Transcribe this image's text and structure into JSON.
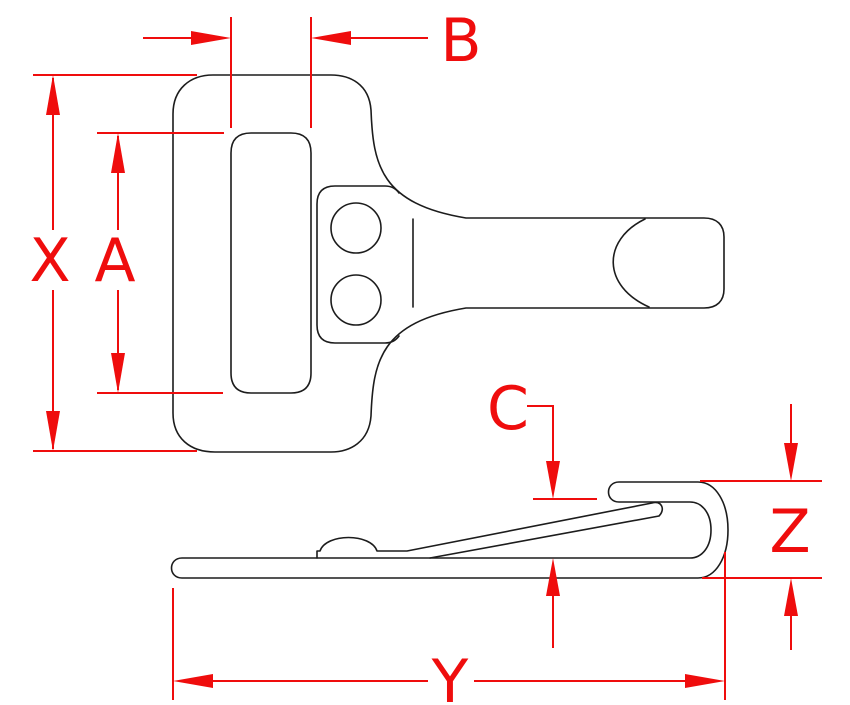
{
  "drawing": {
    "background_color": "#ffffff",
    "outline_color": "#1c1c1c",
    "dimension_color": "#ef0d0d"
  },
  "dimensions": {
    "x": {
      "label": "X"
    },
    "a": {
      "label": "A"
    },
    "b": {
      "label": "B"
    },
    "c": {
      "label": "C"
    },
    "y": {
      "label": "Y"
    },
    "z": {
      "label": "Z"
    }
  }
}
